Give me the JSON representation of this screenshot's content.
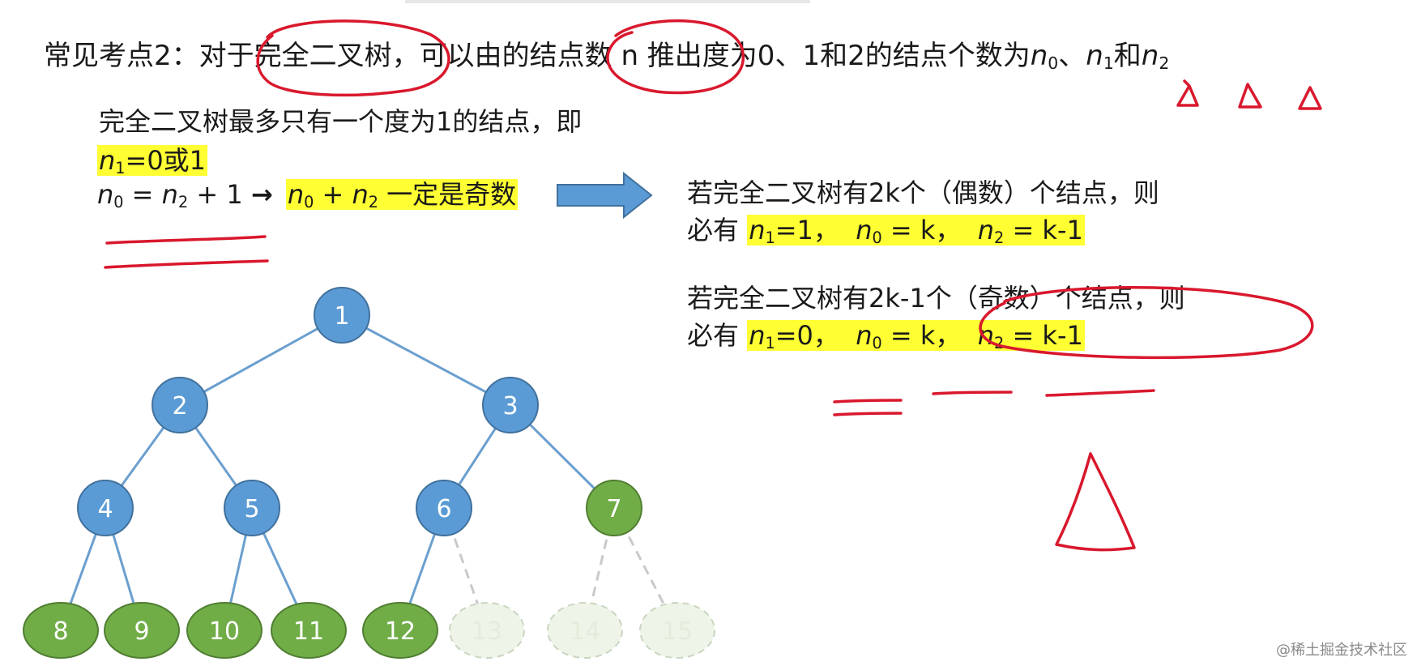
{
  "header": {
    "prefix": "常见考点2：对于",
    "term_tree": "完全二叉树",
    "comma_mid": "，可以由的",
    "term_count": "结点数 n",
    "suffix": " 推出度为0、1和2的结点个数为",
    "n0": "n",
    "n0_sub": "0",
    "sep": "、",
    "n1": "n",
    "n1_sub": "1",
    "and": "和",
    "n2": "n",
    "n2_sub": "2"
  },
  "left_block": {
    "line1": "完全二叉树最多只有一个度为1的结点，即",
    "line2_var": "n",
    "line2_sub": "1",
    "line2_rest": "=0或1",
    "line3_a_var": "n",
    "line3_a_sub": "0",
    "line3_eq": " = ",
    "line3_b_var": "n",
    "line3_b_sub": "2",
    "line3_plus": " + 1 ",
    "line3_arrow": "→",
    "line3_hl_a_var": "n",
    "line3_hl_a_sub": "0",
    "line3_hl_plus": " + ",
    "line3_hl_b_var": "n",
    "line3_hl_b_sub": "2",
    "line3_hl_text": " 一定是奇数"
  },
  "right_block": {
    "even": {
      "line1": "若完全二叉树有2k个（偶数）个结点，则",
      "line2_prefix": "必有 ",
      "eq1_var": "n",
      "eq1_sub": "1",
      "eq1_rest": "=1，",
      "eq2_var": "n",
      "eq2_sub": "0",
      "eq2_rest": " = k，",
      "eq3_var": "n",
      "eq3_sub": "2",
      "eq3_rest": " = k-1"
    },
    "odd": {
      "line1": "若完全二叉树有2k-1个（奇数）个结点，则",
      "line2_prefix": "必有 ",
      "eq1_var": "n",
      "eq1_sub": "1",
      "eq1_rest": "=0，",
      "eq2_var": "n",
      "eq2_sub": "0",
      "eq2_rest": " = k，",
      "eq3_var": "n",
      "eq3_sub": "2",
      "eq3_rest": " = k-1"
    }
  },
  "tree": {
    "nodes": [
      {
        "id": 1,
        "label": "1",
        "state": "internal"
      },
      {
        "id": 2,
        "label": "2",
        "state": "internal"
      },
      {
        "id": 3,
        "label": "3",
        "state": "internal"
      },
      {
        "id": 4,
        "label": "4",
        "state": "internal"
      },
      {
        "id": 5,
        "label": "5",
        "state": "internal"
      },
      {
        "id": 6,
        "label": "6",
        "state": "internal"
      },
      {
        "id": 7,
        "label": "7",
        "state": "leaf"
      },
      {
        "id": 8,
        "label": "8",
        "state": "leaf"
      },
      {
        "id": 9,
        "label": "9",
        "state": "leaf"
      },
      {
        "id": 10,
        "label": "10",
        "state": "leaf"
      },
      {
        "id": 11,
        "label": "11",
        "state": "leaf"
      },
      {
        "id": 12,
        "label": "12",
        "state": "leaf"
      },
      {
        "id": 13,
        "label": "13",
        "state": "ghost"
      },
      {
        "id": 14,
        "label": "14",
        "state": "ghost"
      },
      {
        "id": 15,
        "label": "15",
        "state": "ghost"
      }
    ],
    "edges": [
      [
        1,
        2
      ],
      [
        1,
        3
      ],
      [
        2,
        4
      ],
      [
        2,
        5
      ],
      [
        3,
        6
      ],
      [
        3,
        7
      ],
      [
        4,
        8
      ],
      [
        4,
        9
      ],
      [
        5,
        10
      ],
      [
        5,
        11
      ],
      [
        6,
        12
      ],
      [
        6,
        13
      ],
      [
        7,
        14
      ],
      [
        7,
        15
      ]
    ],
    "colors": {
      "internal_fill": "#5b9bd5",
      "internal_stroke": "#41719c",
      "leaf_fill": "#70ad47",
      "leaf_stroke": "#507e32",
      "ghost_fill": "#eef4e8",
      "ghost_stroke": "#c8d6c0",
      "edge": "#6b9fcf",
      "ghost_edge": "#c9c9c9"
    }
  },
  "colors": {
    "highlight": "#ffff33",
    "annotation": "#d9182d",
    "arrow": "#5b9bd5"
  },
  "watermark": "@稀土掘金技术社区"
}
